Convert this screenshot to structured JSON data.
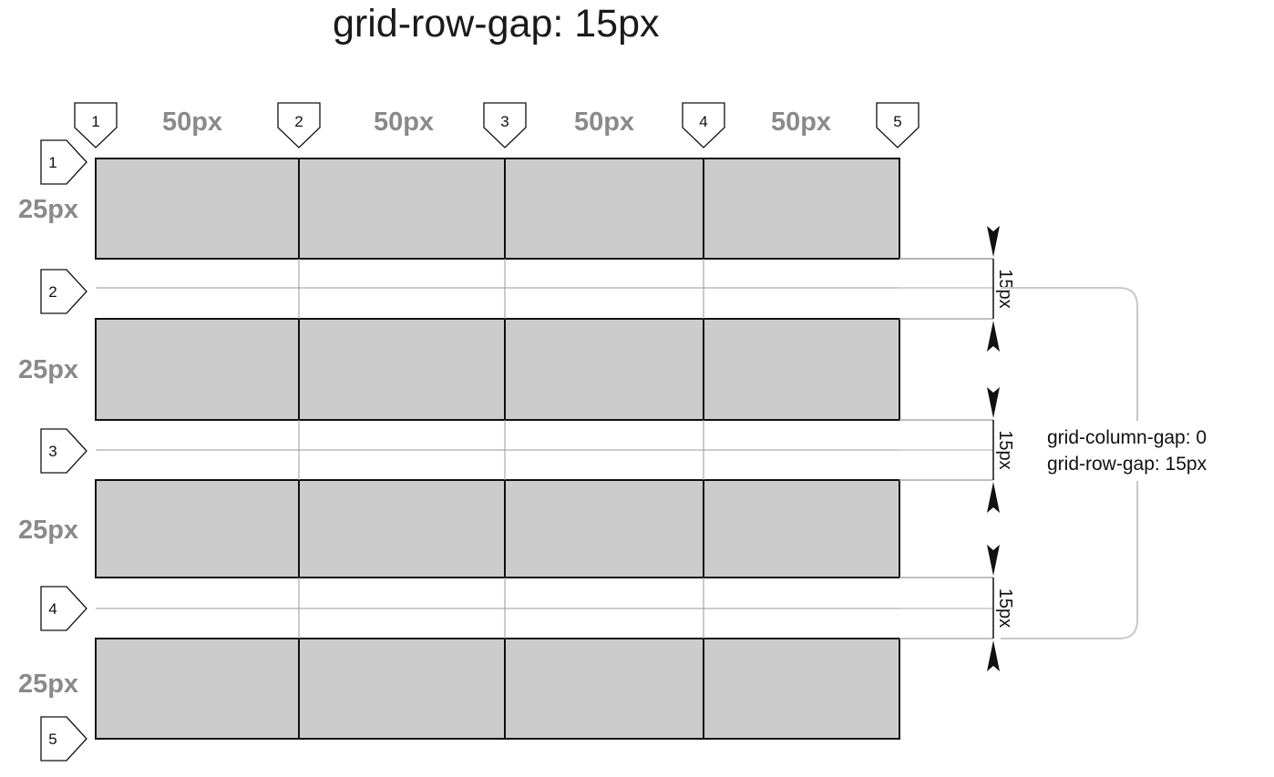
{
  "title": "grid-row-gap: 15px",
  "column_lines": [
    "1",
    "2",
    "3",
    "4",
    "5"
  ],
  "row_lines": [
    "1",
    "2",
    "3",
    "4",
    "5"
  ],
  "column_widths": [
    "50px",
    "50px",
    "50px",
    "50px"
  ],
  "row_heights": [
    "25px",
    "25px",
    "25px",
    "25px"
  ],
  "gap_labels": [
    "15px",
    "15px",
    "15px"
  ],
  "summary": {
    "line1": "grid-column-gap: 0",
    "line2": "grid-row-gap: 15px"
  }
}
